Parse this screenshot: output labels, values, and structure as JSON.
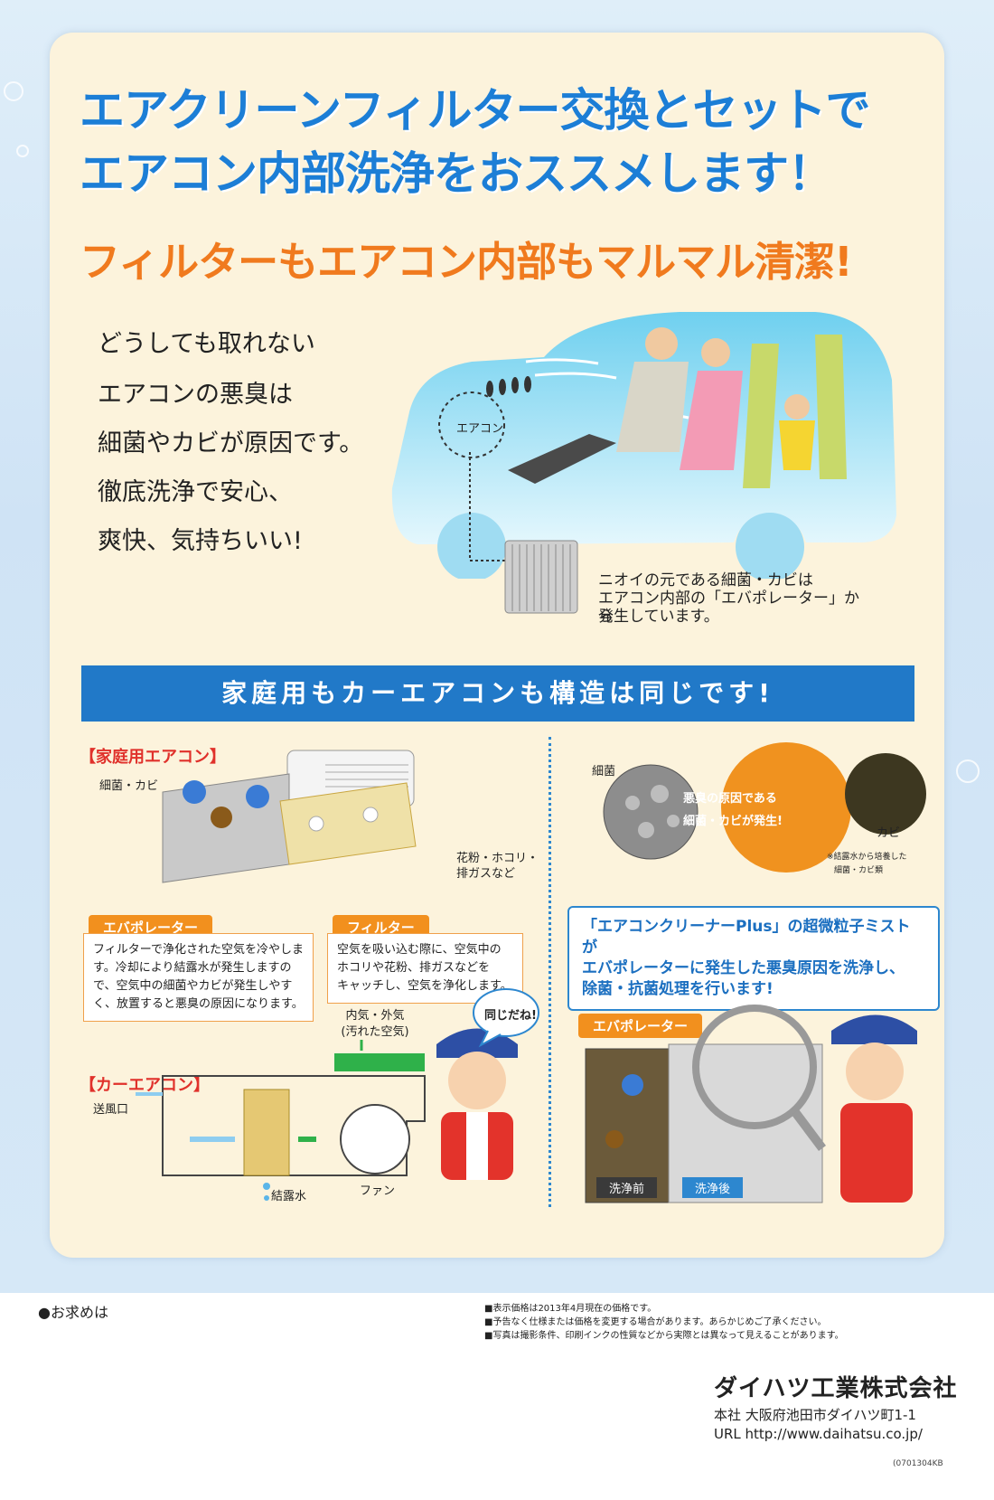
{
  "headline": {
    "line1": "エアクリーンフィルター交換とセットで",
    "line2": "エアコン内部洗浄をおススメします！"
  },
  "subheadline": "フィルターもエアコン内部もマルマル清潔!",
  "intro": [
    "どうしても取れない",
    "エアコンの悪臭は",
    "細菌やカビが原因です。",
    "徹底洗浄で安心、",
    "爽快、気持ちいい!"
  ],
  "car_diagram": {
    "aircon_label": "エアコン",
    "evaporator_note": [
      "ニオイの元である細菌・カビは",
      "エアコン内部の「エバポレーター」から",
      "発生しています。"
    ]
  },
  "banner": "家庭用もカーエアコンも構造は同じです!",
  "home_aircon": {
    "title": "【家庭用エアコン】",
    "bacteria_label": "細菌・カビ",
    "pollen_label": [
      "花粉・ホコリ・",
      "排ガスなど"
    ]
  },
  "evaporator": {
    "tag": "エバポレーター",
    "text": [
      "フィルターで浄化された空気を冷やしま",
      "す。冷却により結露水が発生しますの",
      "で、空気中の細菌やカビが発生しやす",
      "く、放置すると悪臭の原因になります。"
    ]
  },
  "filter": {
    "tag": "フィルター",
    "text": [
      "空気を吸い込む際に、空気中の",
      "ホコリや花粉、排ガスなどを",
      "キャッチし、空気を浄化します。"
    ]
  },
  "car_aircon": {
    "title": "【カーエアコン】",
    "intake_label": [
      "内気・外気",
      "(汚れた空気)"
    ],
    "outlet_label": "送風口",
    "condensate_label": "結露水",
    "fan_label": "ファン",
    "mascot_speech": "同じだね!"
  },
  "microscope": {
    "bacteria_label": "細菌",
    "center_text": [
      "悪臭の原因である",
      "細菌・カビが発生!"
    ],
    "mold_label": "カビ",
    "caption": [
      "※結露水から培養した",
      "細菌・カビ類"
    ]
  },
  "cleaner_callout": [
    "「エアコンクリーナーPlus」の超微粒子ミストが",
    "エバポレーターに発生した悪臭原因を洗浄し、",
    "除菌・抗菌処理を行います!"
  ],
  "before_after": {
    "tag": "エバポレーター",
    "before": "洗浄前",
    "after": "洗浄後"
  },
  "footer": {
    "inquiry": "●お求めは",
    "notes": [
      "■表示価格は2013年4月現在の価格です。",
      "■予告なく仕様または価格を変更する場合があります。あらかじめご了承ください。",
      "■写真は撮影条件、印刷インクの性質などから実際とは異なって見えることがあります。"
    ],
    "company": "ダイハツ工業株式会社",
    "address": "本社 大阪府池田市ダイハツ町1-1",
    "url": "URL  http://www.daihatsu.co.jp/",
    "code": "(0701304KB"
  },
  "colors": {
    "headline_blue": "#1c7ed6",
    "subhead_orange": "#f07a1e",
    "banner_blue": "#2179c8",
    "panel_cream": "#fcf3dc"
  }
}
